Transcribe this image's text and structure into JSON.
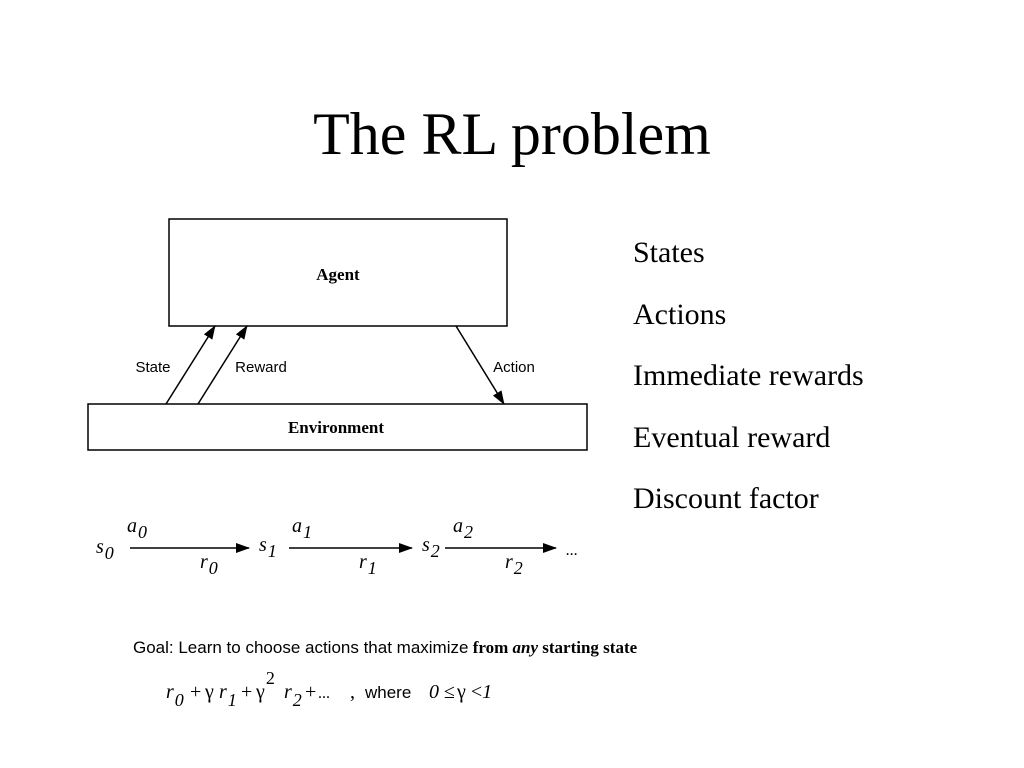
{
  "slide": {
    "title": "The RL problem",
    "bullets": [
      "States",
      "Actions",
      "Immediate rewards",
      "Eventual reward",
      "Discount factor"
    ]
  },
  "diagram": {
    "agent_label": "Agent",
    "environment_label": "Environment",
    "state_label": "State",
    "reward_label": "Reward",
    "action_label": "Action"
  },
  "sequence": {
    "states": [
      "s",
      "s",
      "s"
    ],
    "state_subscripts": [
      "0",
      "1",
      "2"
    ],
    "actions": [
      "a",
      "a",
      "a"
    ],
    "action_subscripts": [
      "0",
      "1",
      "2"
    ],
    "rewards": [
      "r",
      "r",
      "r"
    ],
    "reward_subscripts": [
      "0",
      "1",
      "2"
    ],
    "ellipsis": "..."
  },
  "goal": {
    "prefix": "Goal: Learn to choose actions that maximize",
    "from": "from",
    "any": "any",
    "suffix": "starting state"
  },
  "formula": {
    "r0": "r",
    "r0_sub": "0",
    "plus1": "+",
    "gamma1": "γ",
    "r1": "r",
    "r1_sub": "1",
    "plus2": "+",
    "gamma2": "γ",
    "gamma2_sup": "2",
    "r2": "r",
    "r2_sub": "2",
    "plus3": "+",
    "dots": "...",
    "comma": ",",
    "where": "where",
    "cond_zero": "0",
    "cond_le": "≤",
    "cond_gamma": "γ",
    "cond_lt": "<",
    "cond_one": "1"
  }
}
